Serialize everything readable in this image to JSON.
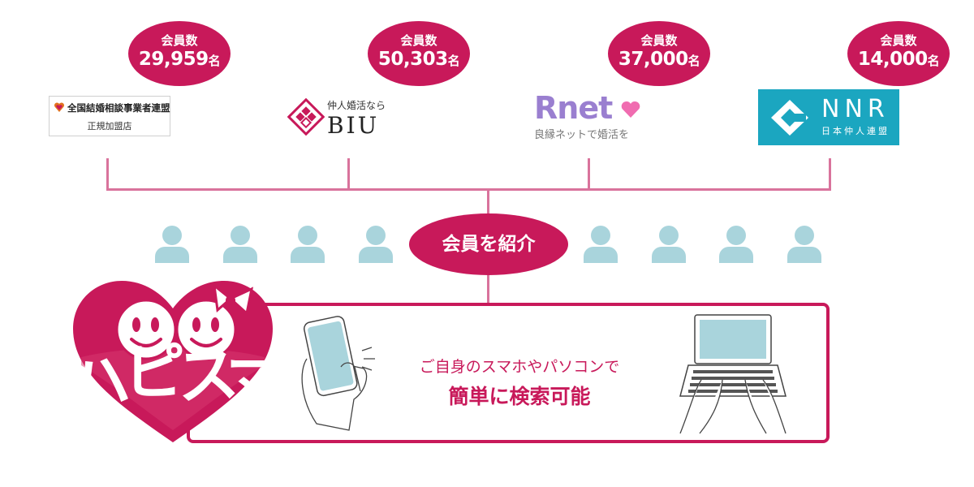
{
  "members": [
    {
      "label": "会員数",
      "count": "29,959",
      "unit": "名"
    },
    {
      "label": "会員数",
      "count": "50,303",
      "unit": "名"
    },
    {
      "label": "会員数",
      "count": "37,000",
      "unit": "名"
    },
    {
      "label": "会員数",
      "count": "14,000",
      "unit": "名"
    }
  ],
  "logos": {
    "zenkoku": {
      "line1": "全国結婚相談事業者連盟",
      "line2": "正規加盟店"
    },
    "biu": {
      "sub": "仲人婚活なら",
      "main": "BIU"
    },
    "rnet": {
      "main": "Rnet",
      "sub": "良縁ネットで婚活を"
    },
    "nnr": {
      "main": "NNR",
      "sub": "日本仲人連盟"
    }
  },
  "center_label": "会員を紹介",
  "brand": {
    "chars": [
      "ハ",
      "ピ",
      "ス",
      "マ"
    ]
  },
  "panel": {
    "line1": "ご自身のスマホやパソコンで",
    "line2": "簡単に検索可能"
  },
  "colors": {
    "accent": "#c8195a",
    "line": "#d9739c",
    "person": "#a9d4dc",
    "nnr": "#1ba6c0",
    "rnet": "#9a7fd0"
  },
  "icons": [
    "zenkoku-heart-icon",
    "biu-mark-icon",
    "rnet-heart-icon",
    "nnr-mark-icon",
    "person-icon",
    "smartphone-hand-icon",
    "laptop-hands-icon",
    "heart-mascot-icon"
  ]
}
